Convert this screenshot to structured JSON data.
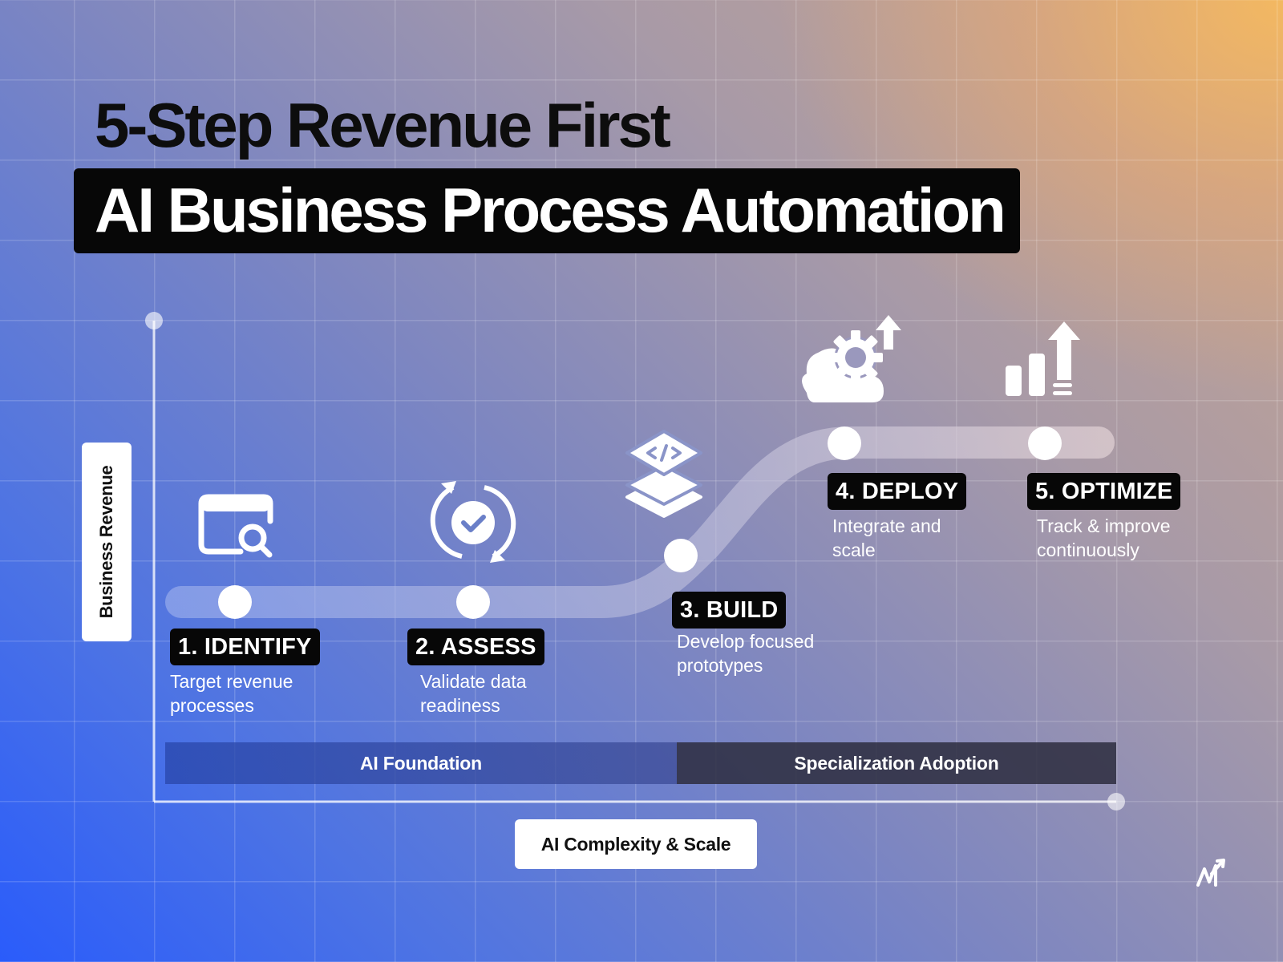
{
  "title": {
    "line1": "5-Step Revenue First",
    "line2": "AI Business Process Automation"
  },
  "axes": {
    "y_label": "Business Revenue",
    "x_label": "AI Complexity & Scale"
  },
  "steps": [
    {
      "label": "1. IDENTIFY",
      "description": "Target revenue processes",
      "icon": "browser-search-icon"
    },
    {
      "label": "2. ASSESS",
      "description": "Validate data readiness",
      "icon": "refresh-check-icon"
    },
    {
      "label": "3. BUILD",
      "description": "Develop focused prototypes",
      "icon": "code-layers-icon"
    },
    {
      "label": "4. DEPLOY",
      "description": "Integrate and scale",
      "icon": "cloud-gear-upload-icon"
    },
    {
      "label": "5. OPTIMIZE",
      "description": "Track & improve continuously",
      "icon": "bar-chart-up-icon"
    }
  ],
  "phases": [
    {
      "label": "AI Foundation"
    },
    {
      "label": "Specialization Adoption"
    }
  ],
  "logo": "brand-logo-icon",
  "colors": {
    "gradient_start": "#2a5cfb",
    "gradient_end": "#f5b95f",
    "label_bg": "#070707",
    "text_light": "#ffffff"
  }
}
